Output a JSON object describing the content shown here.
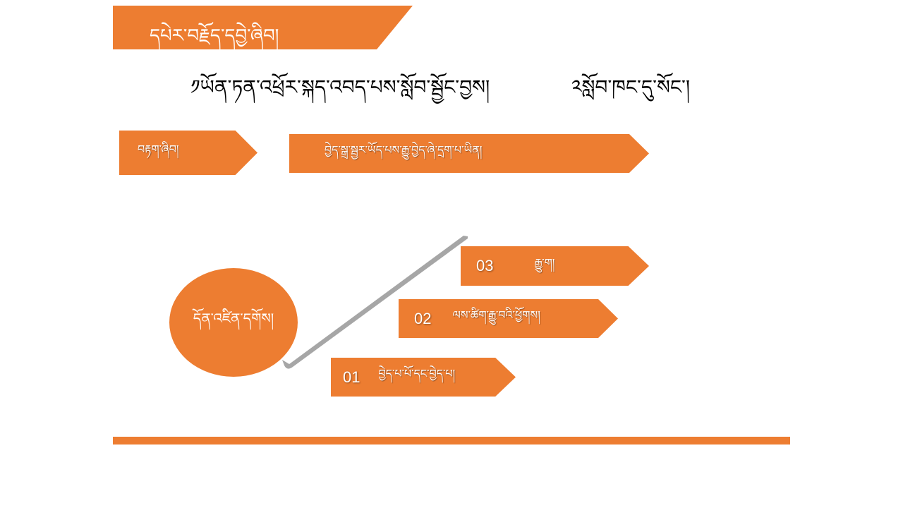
{
  "title": "དཔེར་བརྗོད་དབྱེ་ཞིབ།",
  "example_1": "༡ཡོན་ཏན་འཕྲོར་སྐད་འབད་པས་སློབ་སྦྱོང་བྱས།",
  "example_2": "༢སློབ་ཁང་དུ་སོང་།",
  "analysis": {
    "label": "བརྟག་ཞིབ།",
    "text": "བྱེད་སྒྲ་སྦྱར་ཡོད་པས་རྒྱུ་བྱེད་ཞེ་དྲག་པ་ཡིན།"
  },
  "circle_label": "དོན་འཛིན་དགོས།",
  "steps": [
    {
      "number": "01",
      "label": "བྱེད་པ་པོ་དང་བྱེད་པ།"
    },
    {
      "number": "02",
      "label": "ལས་ཚིག་རྒྱུ་བའི་ཕྱོགས།"
    },
    {
      "number": "03",
      "label": "རྒྱུ་ག།"
    }
  ],
  "colors": {
    "accent": "#ED7D31",
    "connector": "#A6A6A6"
  }
}
